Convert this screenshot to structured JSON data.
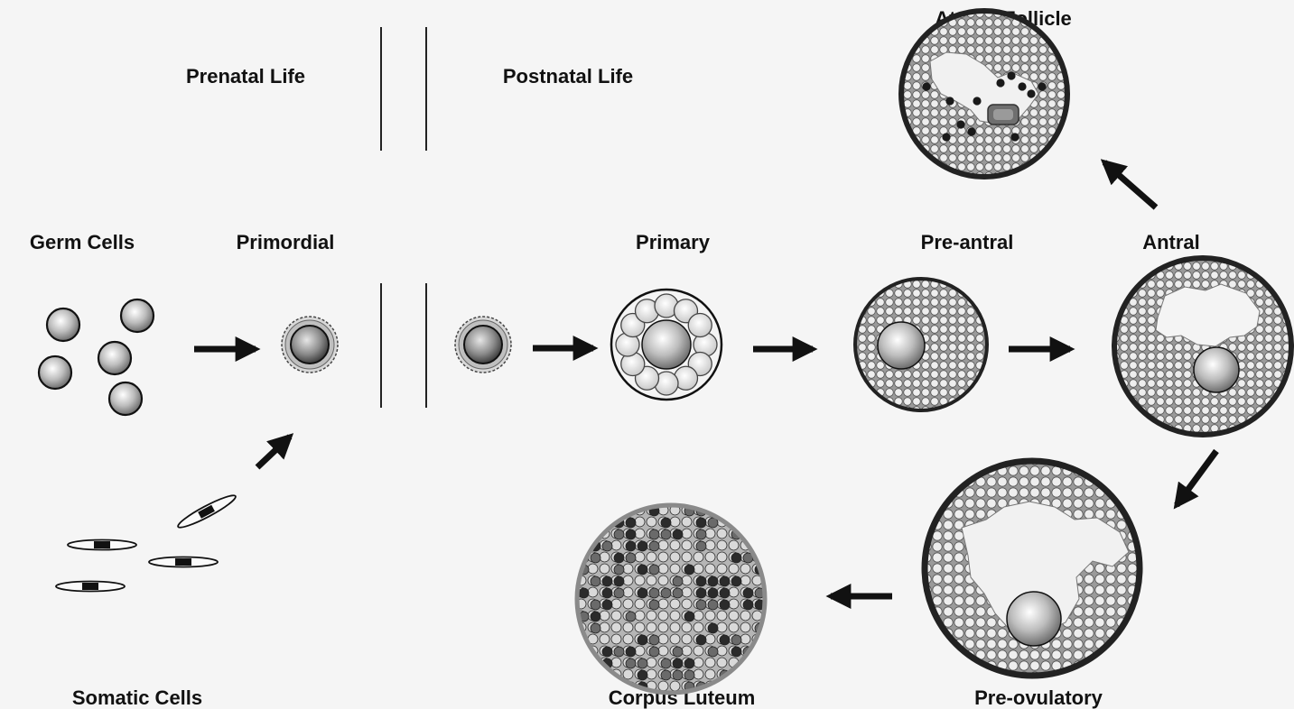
{
  "labels": {
    "prenatal": "Prenatal Life",
    "postnatal": "Postnatal Life",
    "germ_cells": "Germ Cells",
    "primordial": "Primordial",
    "primary": "Primary",
    "pre_antral": "Pre-antral",
    "antral": "Antral",
    "atretic": "Atretic Follicle",
    "somatic_cells": "Somatic Cells",
    "corpus_luteum": "Corpus Luteum",
    "pre_ovulatory": "Pre-ovulatory"
  }
}
